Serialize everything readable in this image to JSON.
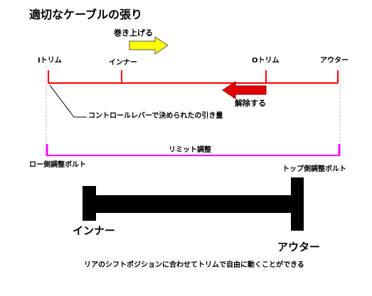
{
  "title": "適切なケーブルの張り",
  "arrows": {
    "wind_up": "巻き上げる",
    "release": "解除する"
  },
  "scale_labels": {
    "i_trim": "Iトリム",
    "inner": "インナー",
    "o_trim": "Oトリム",
    "outer": "アウター"
  },
  "callout": "コントロールレバーで決められたの引き量",
  "limit": {
    "label": "リミット調整",
    "low_bolt": "ロー側調整ボルト",
    "top_bolt": "トップ側調整ボルト"
  },
  "cage": {
    "inner": "インナー",
    "outer": "アウター"
  },
  "caption": "リアのシフトポジションに合わせてトリムで自由に動くことができる",
  "colors": {
    "scale_red": "#ff0000",
    "wind_arrow": "#ffff00",
    "release_arrow": "#e00000",
    "limit_magenta": "#ff00ff",
    "bar_black": "#000000",
    "guide_gray": "#bbbbbb"
  }
}
